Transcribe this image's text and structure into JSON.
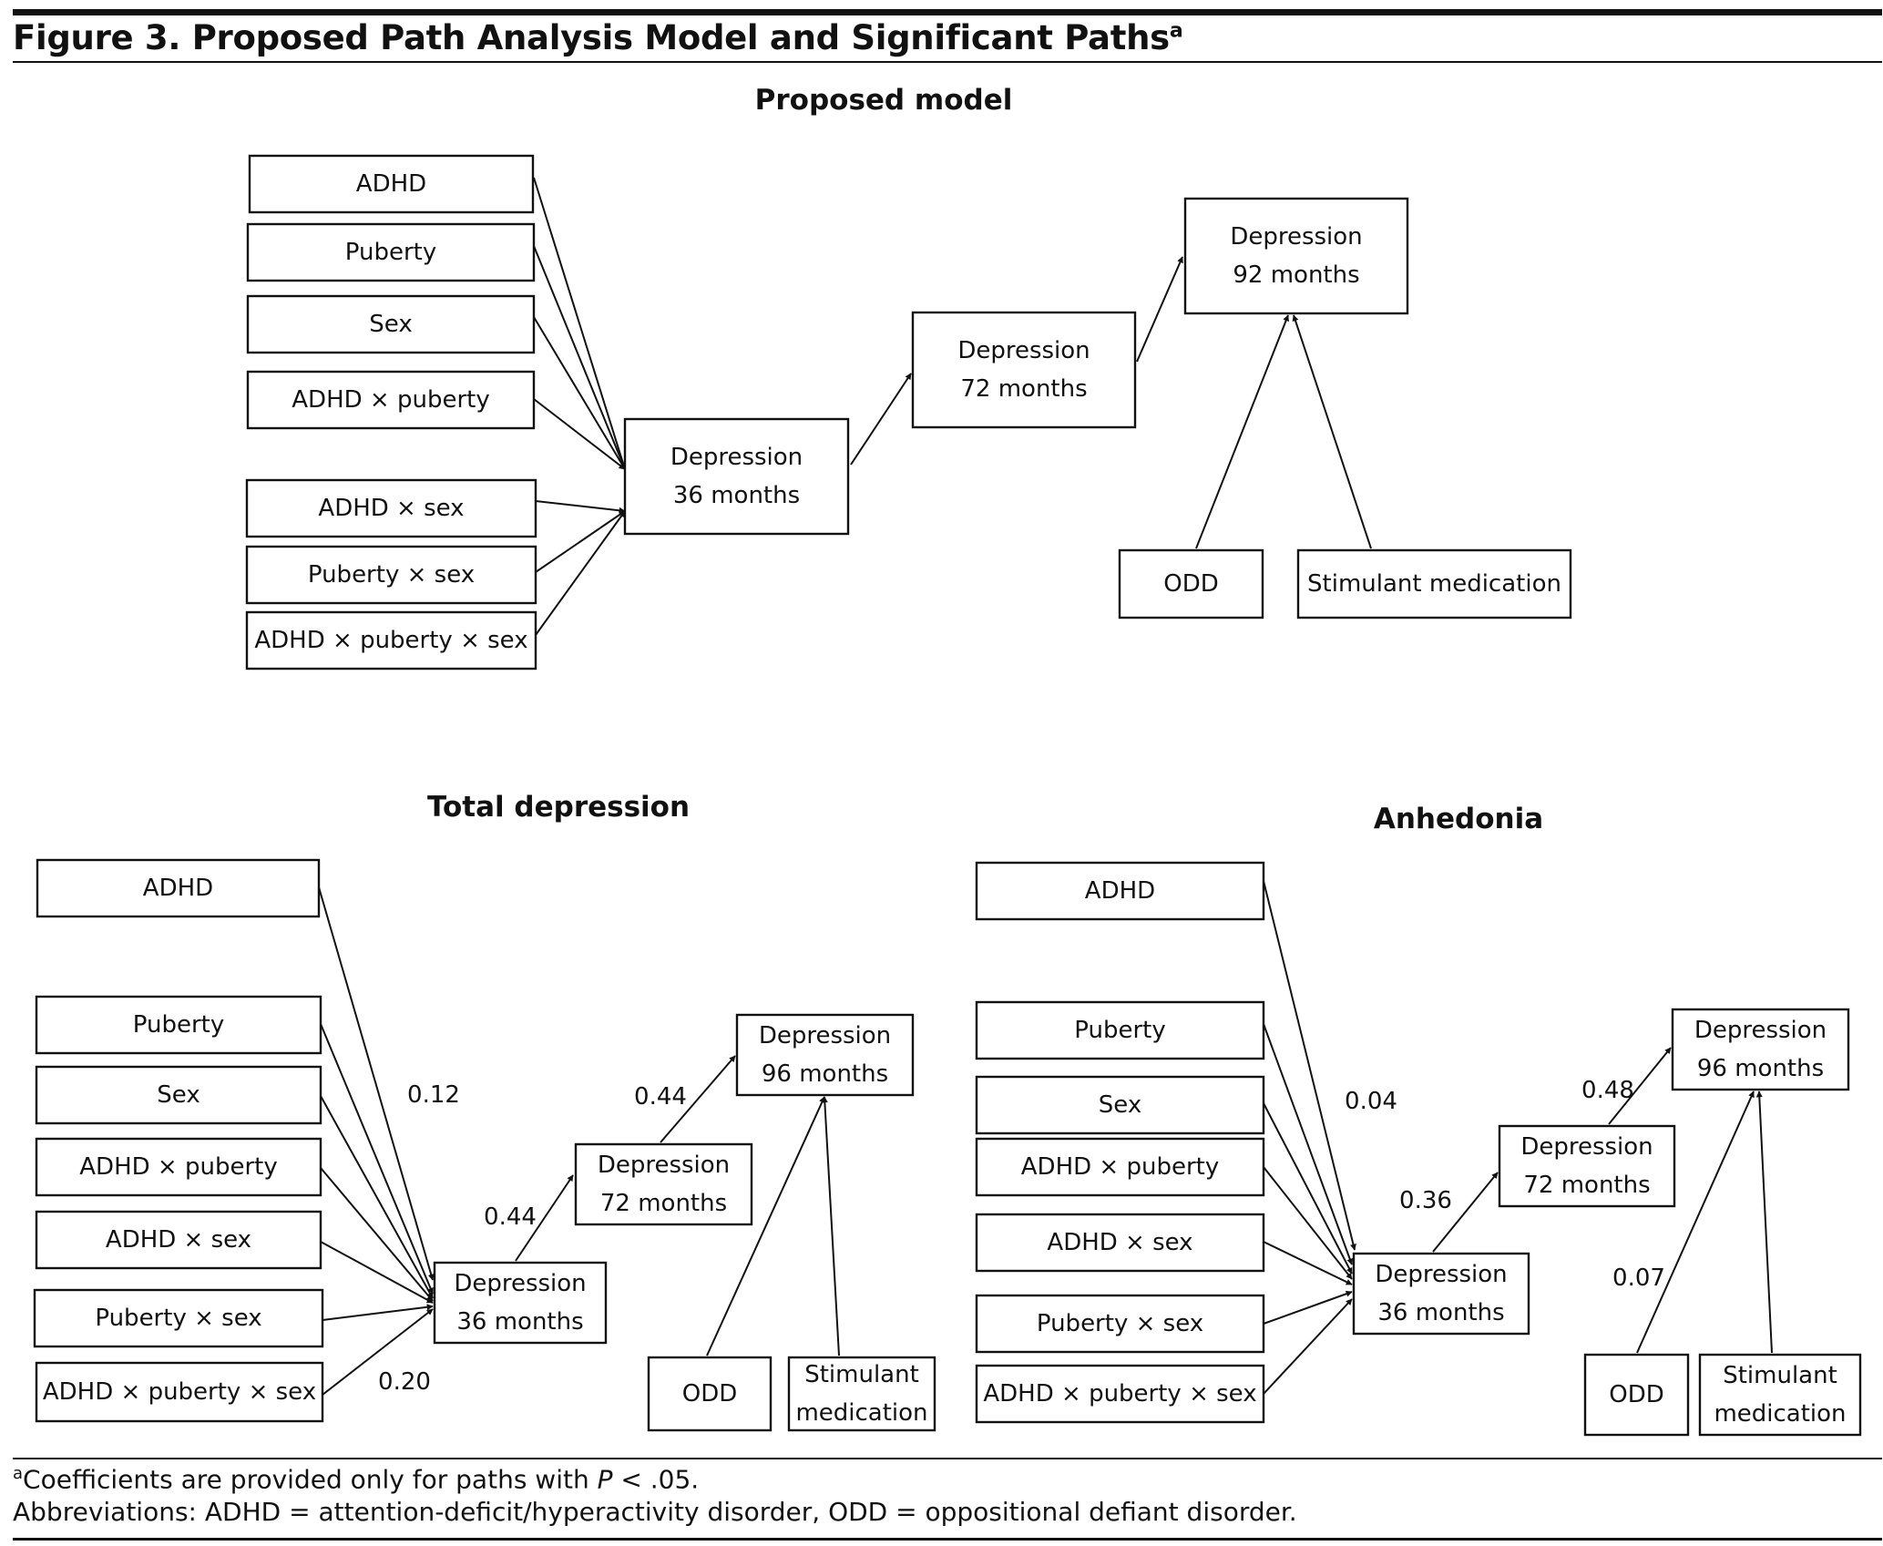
{
  "figure": {
    "title": "Figure 3. Proposed Path Analysis Model and Significant Paths",
    "title_sup": "a",
    "panels": {
      "proposed": "Proposed model",
      "total": "Total depression",
      "anhedonia": "Anhedonia"
    }
  },
  "labels": {
    "adhd": "ADHD",
    "puberty": "Puberty",
    "sex": "Sex",
    "adhd_puberty": "ADHD × puberty",
    "adhd_sex": "ADHD × sex",
    "puberty_sex": "Puberty × sex",
    "adhd_puberty_sex": "ADHD × puberty × sex",
    "depression": "Depression",
    "m36": "36 months",
    "m72": "72 months",
    "m72_spaced": "72  months",
    "m92": "92 months",
    "m96": "96 months",
    "odd": "ODD",
    "stim": "Stimulant medication",
    "stim_l1": "Stimulant",
    "stim_l2": "medication"
  },
  "coefficients": {
    "total_adhd": "0.12",
    "total_ternary": "0.20",
    "total_36_72": "0.44",
    "total_72_96": "0.44",
    "anh_adhd": "0.04",
    "anh_36_72": "0.36",
    "anh_72_96": "0.48",
    "anh_odd": "0.07"
  },
  "footnotes": {
    "a_sup": "a",
    "a_text_pre": "Coefficients are provided only for paths with ",
    "a_p": "P",
    "a_text_post": " < .05.",
    "abbrev": "Abbreviations: ADHD = attention-deficit/hyperactivity disorder, ODD = oppositional defiant disorder."
  }
}
